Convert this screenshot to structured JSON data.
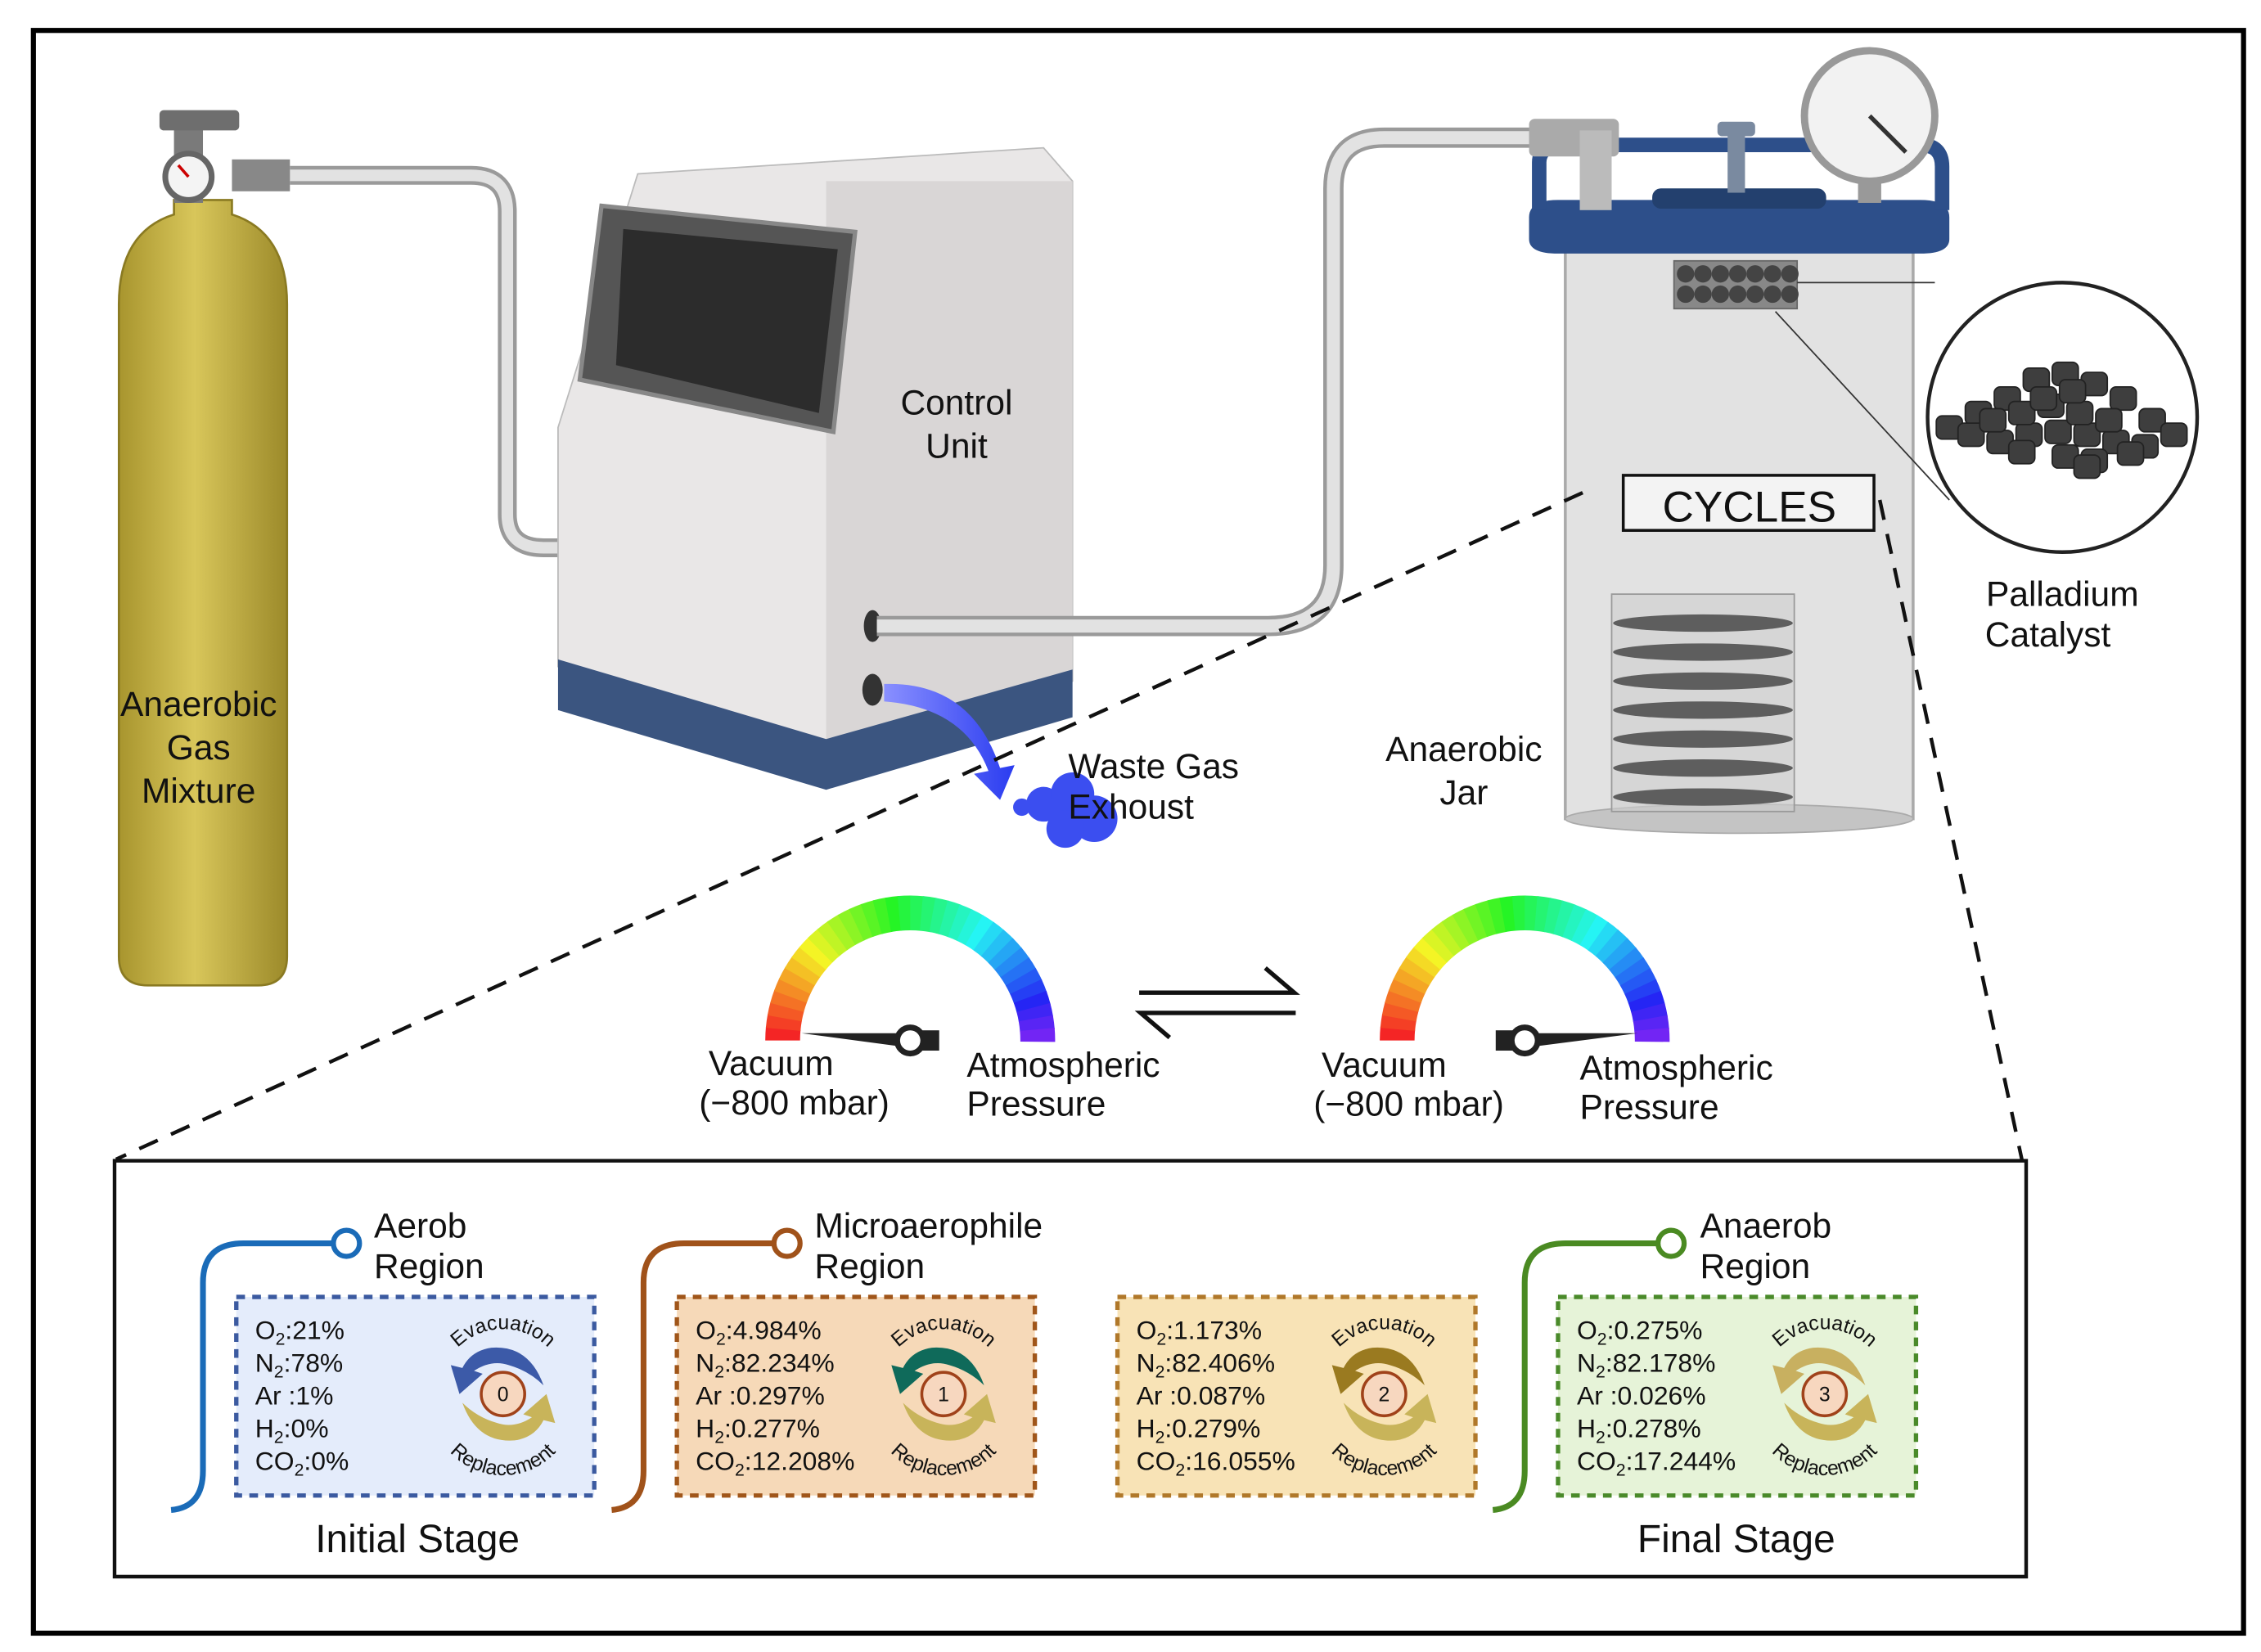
{
  "labels": {
    "gas_mixture": [
      "Anaerobic",
      "Gas",
      "Mixture"
    ],
    "control_unit": [
      "Control",
      "Unit"
    ],
    "waste_gas": [
      "Waste Gas",
      "Exhoust"
    ],
    "jar": [
      "Anaerobic",
      "Jar"
    ],
    "catalyst": [
      "Palladium",
      "Catalyst"
    ],
    "cycles": "CYCLES"
  },
  "gauges": [
    {
      "vacuum": "Vacuum",
      "vacuum_value": "(−800 mbar)",
      "atm": [
        "Atmospheric",
        "Pressure"
      ],
      "needle_points_to": "vacuum"
    },
    {
      "vacuum": "Vacuum",
      "vacuum_value": "(−800 mbar)",
      "atm": [
        "Atmospheric",
        "Pressure"
      ],
      "needle_points_to": "atmospheric"
    }
  ],
  "equilibrium_icon": "reversible-arrows-icon",
  "regions": [
    {
      "title": [
        "Aerob",
        "Region"
      ],
      "color": "#1a6bb8"
    },
    {
      "title": [
        "Microaerophile",
        "Region"
      ],
      "color": "#a0521a"
    },
    {
      "title": [
        "Anaerob",
        "Region"
      ],
      "color": "#4a8a22"
    }
  ],
  "cycles": [
    {
      "step": "0",
      "fill": "#e4ecfb",
      "border": "#3b5aa0",
      "arrow": "#3c5aa8",
      "gases": [
        {
          "el": "O",
          "sub": "2",
          "val": ":21%"
        },
        {
          "el": "N",
          "sub": "2",
          "val": ":78%"
        },
        {
          "el": "Ar",
          "sub": "",
          "val": " :1%"
        },
        {
          "el": "H",
          "sub": "2",
          "val": ":0%"
        },
        {
          "el": "CO",
          "sub": "2",
          "val": ":0%"
        }
      ]
    },
    {
      "step": "1",
      "fill": "#f6d9b8",
      "border": "#a0561a",
      "arrow": "#0f6a5a",
      "gases": [
        {
          "el": "O",
          "sub": "2",
          "val": ":4.984%"
        },
        {
          "el": "N",
          "sub": "2",
          "val": ":82.234%"
        },
        {
          "el": "Ar",
          "sub": "",
          "val": " :0.297%"
        },
        {
          "el": "H",
          "sub": "2",
          "val": ":0.277%"
        },
        {
          "el": "CO",
          "sub": "2",
          "val": ":12.208%"
        }
      ]
    },
    {
      "step": "2",
      "fill": "#f8e3b6",
      "border": "#b0782a",
      "arrow": "#9a7a20",
      "gases": [
        {
          "el": "O",
          "sub": "2",
          "val": ":1.173%"
        },
        {
          "el": "N",
          "sub": "2",
          "val": ":82.406%"
        },
        {
          "el": "Ar",
          "sub": "",
          "val": " :0.087%"
        },
        {
          "el": "H",
          "sub": "2",
          "val": ":0.279%"
        },
        {
          "el": "CO",
          "sub": "2",
          "val": ":16.055%"
        }
      ]
    },
    {
      "step": "3",
      "fill": "#e6f3d8",
      "border": "#4a8a2a",
      "arrow": "#c8b060",
      "gases": [
        {
          "el": "O",
          "sub": "2",
          "val": ":0.275%"
        },
        {
          "el": "N",
          "sub": "2",
          "val": ":82.178%"
        },
        {
          "el": "Ar",
          "sub": "",
          "val": " :0.026%"
        },
        {
          "el": "H",
          "sub": "2",
          "val": ":0.278%"
        },
        {
          "el": "CO",
          "sub": "2",
          "val": ":17.244%"
        }
      ]
    }
  ],
  "cycle_text": {
    "top": "Evacuation",
    "bottom": "Replacement"
  },
  "stages": {
    "initial": "Initial Stage",
    "final": "Final Stage"
  },
  "colors": {
    "cylinder": "#c9b548",
    "unit_base": "#3b5580",
    "jar_lid": "#2d4f8a",
    "exhaust": "#3b4ef0"
  }
}
